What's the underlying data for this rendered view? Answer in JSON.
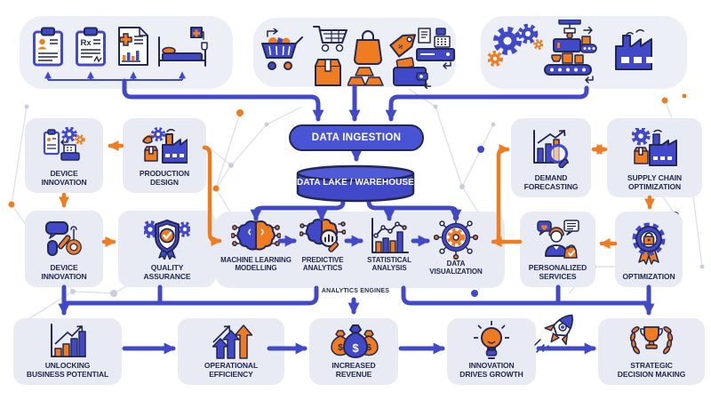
{
  "palette": {
    "blue": "#4149c9",
    "navy": "#232850",
    "orange": "#f07c21",
    "card_bg": "#e9ebf4"
  },
  "sources": {
    "healthcare": {
      "icons": [
        "patient-clipboard",
        "prescription-clipboard",
        "medical-report",
        "hospital-bed"
      ]
    },
    "commerce": {
      "icons": [
        "full-shopping-cart",
        "shopping-cart",
        "shopping-bag",
        "discount-tag",
        "cash-register",
        "package-box",
        "gold-bars",
        "wallet"
      ]
    },
    "manufacturing": {
      "icons": [
        "gears",
        "assembly-machine",
        "conveyor-belt",
        "factory"
      ]
    }
  },
  "pipeline": {
    "ingestion": "DATA INGESTION",
    "warehouse": "DATA LAKE / WAREHOUSE"
  },
  "engines": {
    "caption": "ANALYTICS ENGINES",
    "items": [
      {
        "label": "MACHINE LEARNING\nMODELLING"
      },
      {
        "label": "PREDICTIVE\nANALYTICS"
      },
      {
        "label": "STATISTICAL\nANALYSIS"
      },
      {
        "label": "DATA\nVISUALIZATION"
      }
    ]
  },
  "left_column": {
    "items": [
      {
        "label": "DEVICE\nINNOVATION"
      },
      {
        "label": "PRODUCTION\nDESIGN"
      },
      {
        "label": "DEVICE\nINNOVATION"
      },
      {
        "label": "QUALITY\nASSURANCE"
      }
    ]
  },
  "right_column": {
    "items": [
      {
        "label": "DEMAND\nFORECASTING"
      },
      {
        "label": "SUPPLY CHAIN\nOPTIMIZATION"
      },
      {
        "label": "PERSONALIZED\nSERVICES"
      },
      {
        "label": "OPTIMIZATION"
      }
    ]
  },
  "outcomes": {
    "items": [
      {
        "label": "UNLOCKING\nBUSINESS POTENTIAL"
      },
      {
        "label": "OPERATIONAL\nEFFICIENCY"
      },
      {
        "label": "INCREASED\nREVENUE"
      },
      {
        "label": "INNOVATION\nDRIVES GROWTH"
      },
      {
        "label": "STRATEGIC\nDECISION MAKING"
      }
    ]
  }
}
